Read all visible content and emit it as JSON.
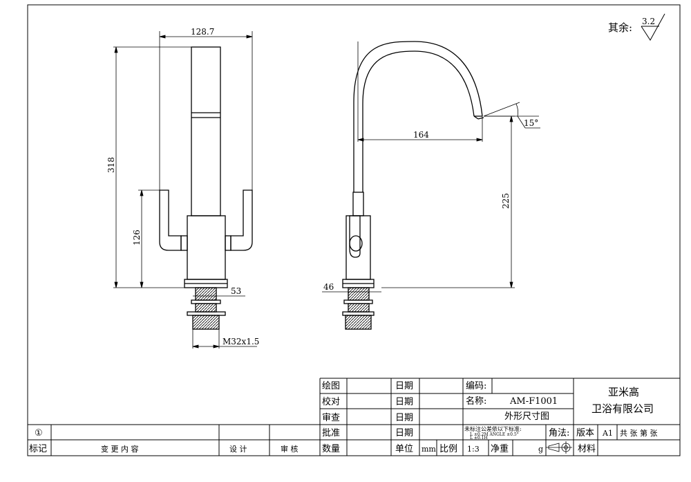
{
  "roughness": {
    "label": "其余:",
    "value": "3.2"
  },
  "dimensions": {
    "width_top": "128.7",
    "height_total": "318",
    "handle_height": "126",
    "base_width": "53",
    "thread": "M32x1.5",
    "reach": "164",
    "spout_height": "225",
    "side_base": "46",
    "angle": "15°"
  },
  "title_block": {
    "draw": "绘图",
    "check": "校对",
    "review": "审查",
    "approve": "批准",
    "quantity": "数量",
    "date": "日期",
    "unit": "单位",
    "unit_value": "mm",
    "scale_label": "比例",
    "scale_value": "1:3",
    "net_weight": "净重",
    "weight_unit": "g",
    "code_label": "编码:",
    "name_label": "名称:",
    "model": "AM-F1001",
    "drawing_name": "外形尺寸图",
    "tolerance_title": "未标注公差依以下标准:",
    "tolerance_line1": "L    ±0.2M   ANGLE  ±0.5°",
    "tolerance_line2": "L    ±0.1H",
    "projection": "角法:",
    "version_label": "版本",
    "version_value": "A1",
    "sheets": "共  张 第  张",
    "material": "材料",
    "company_line1": "亚米高",
    "company_line2": "卫浴有限公司",
    "rev_mark": "①",
    "rev_label": "标记",
    "rev_content": "变  更  内  容",
    "design": "设  计",
    "audit": "审  核"
  }
}
